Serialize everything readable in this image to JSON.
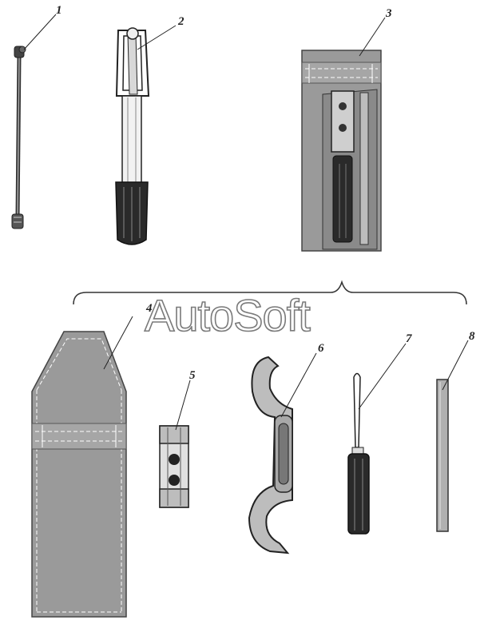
{
  "callouts": {
    "c1": "1",
    "c2": "2",
    "c3": "3",
    "c4": "4",
    "c5": "5",
    "c6": "6",
    "c7": "7",
    "c8": "8"
  },
  "watermark": "AutoSoft",
  "colors": {
    "pouch_fill": "#9a9a9a",
    "tool_dark": "#2a2a2a",
    "outline": "#222222"
  }
}
